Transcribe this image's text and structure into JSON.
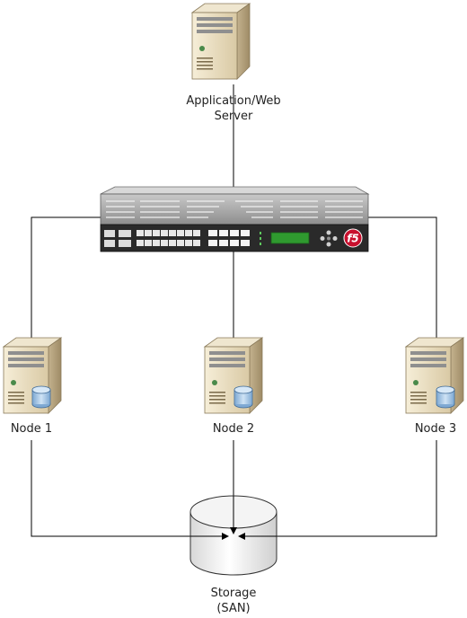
{
  "web_server": {
    "line1": "Application/Web",
    "line2": "Server"
  },
  "nodes": [
    {
      "label": "Node 1"
    },
    {
      "label": "Node 2"
    },
    {
      "label": "Node 3"
    }
  ],
  "storage": {
    "line1": "Storage",
    "line2": "(SAN)"
  },
  "load_balancer": {
    "logo": "f5"
  },
  "colors": {
    "server_body": "#e8dcc0",
    "server_side": "#b8a682",
    "disk": "#a8c8e8",
    "display": "#2f9a2f",
    "logo": "#c8102e"
  }
}
